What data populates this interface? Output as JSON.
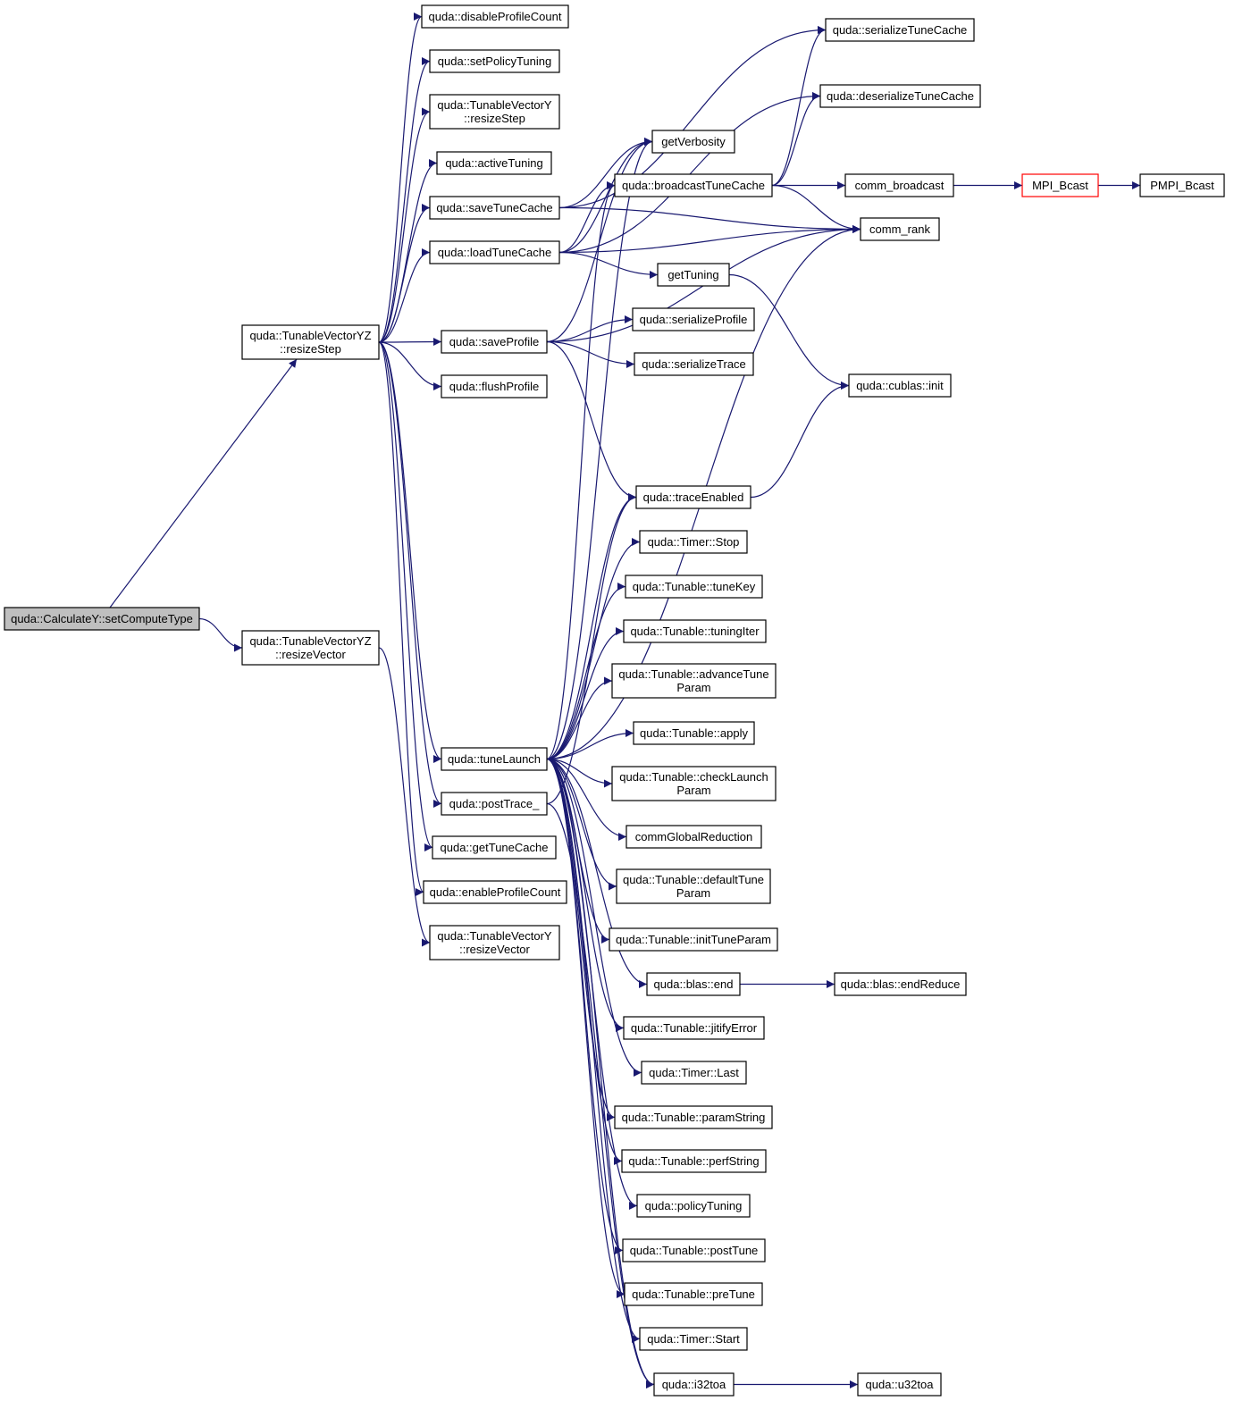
{
  "nodes": {
    "setComputeType": {
      "lines": [
        "quda::CalculateY::setComputeType"
      ],
      "current": true
    },
    "resizeStepYZ": {
      "lines": [
        "quda::TunableVectorYZ",
        "::resizeStep"
      ]
    },
    "resizeVectorYZ": {
      "lines": [
        "quda::TunableVectorYZ",
        "::resizeVector"
      ]
    },
    "disableProfileCount": {
      "lines": [
        "quda::disableProfileCount"
      ]
    },
    "setPolicyTuning": {
      "lines": [
        "quda::setPolicyTuning"
      ]
    },
    "resizeStepY": {
      "lines": [
        "quda::TunableVectorY",
        "::resizeStep"
      ]
    },
    "activeTuning": {
      "lines": [
        "quda::activeTuning"
      ]
    },
    "saveTuneCache": {
      "lines": [
        "quda::saveTuneCache"
      ]
    },
    "loadTuneCache": {
      "lines": [
        "quda::loadTuneCache"
      ]
    },
    "saveProfile": {
      "lines": [
        "quda::saveProfile"
      ]
    },
    "flushProfile": {
      "lines": [
        "quda::flushProfile"
      ]
    },
    "tuneLaunch": {
      "lines": [
        "quda::tuneLaunch"
      ]
    },
    "postTrace": {
      "lines": [
        "quda::postTrace_"
      ]
    },
    "getTuneCache": {
      "lines": [
        "quda::getTuneCache"
      ]
    },
    "enableProfileCount": {
      "lines": [
        "quda::enableProfileCount"
      ]
    },
    "resizeVectorY": {
      "lines": [
        "quda::TunableVectorY",
        "::resizeVector"
      ]
    },
    "getVerbosity": {
      "lines": [
        "getVerbosity"
      ]
    },
    "broadcastTuneCache": {
      "lines": [
        "quda::broadcastTuneCache"
      ]
    },
    "getTuning": {
      "lines": [
        "getTuning"
      ]
    },
    "serializeProfile": {
      "lines": [
        "quda::serializeProfile"
      ]
    },
    "serializeTrace": {
      "lines": [
        "quda::serializeTrace"
      ]
    },
    "traceEnabled": {
      "lines": [
        "quda::traceEnabled"
      ]
    },
    "timerStop": {
      "lines": [
        "quda::Timer::Stop"
      ]
    },
    "tuneKey": {
      "lines": [
        "quda::Tunable::tuneKey"
      ]
    },
    "tuningIter": {
      "lines": [
        "quda::Tunable::tuningIter"
      ]
    },
    "advanceTuneParam": {
      "lines": [
        "quda::Tunable::advanceTune",
        "Param"
      ]
    },
    "apply": {
      "lines": [
        "quda::Tunable::apply"
      ]
    },
    "checkLaunchParam": {
      "lines": [
        "quda::Tunable::checkLaunch",
        "Param"
      ]
    },
    "commGlobalReduction": {
      "lines": [
        "commGlobalReduction"
      ]
    },
    "defaultTuneParam": {
      "lines": [
        "quda::Tunable::defaultTune",
        "Param"
      ]
    },
    "initTuneParam": {
      "lines": [
        "quda::Tunable::initTuneParam"
      ]
    },
    "blasEnd": {
      "lines": [
        "quda::blas::end"
      ]
    },
    "jitifyError": {
      "lines": [
        "quda::Tunable::jitifyError"
      ]
    },
    "timerLast": {
      "lines": [
        "quda::Timer::Last"
      ]
    },
    "paramString": {
      "lines": [
        "quda::Tunable::paramString"
      ]
    },
    "perfString": {
      "lines": [
        "quda::Tunable::perfString"
      ]
    },
    "policyTuning": {
      "lines": [
        "quda::policyTuning"
      ]
    },
    "postTune": {
      "lines": [
        "quda::Tunable::postTune"
      ]
    },
    "preTune": {
      "lines": [
        "quda::Tunable::preTune"
      ]
    },
    "timerStart": {
      "lines": [
        "quda::Timer::Start"
      ]
    },
    "i32toa": {
      "lines": [
        "quda::i32toa"
      ]
    },
    "serializeTuneCache": {
      "lines": [
        "quda::serializeTuneCache"
      ]
    },
    "deserializeTuneCache": {
      "lines": [
        "quda::deserializeTuneCache"
      ]
    },
    "commBroadcast": {
      "lines": [
        "comm_broadcast"
      ]
    },
    "commRank": {
      "lines": [
        "comm_rank"
      ]
    },
    "cublasInit": {
      "lines": [
        "quda::cublas::init"
      ]
    },
    "blasEndReduce": {
      "lines": [
        "quda::blas::endReduce"
      ]
    },
    "u32toa": {
      "lines": [
        "quda::u32toa"
      ]
    },
    "mpiBcast": {
      "lines": [
        "MPI_Bcast"
      ],
      "truncated": true
    },
    "pmpiBcast": {
      "lines": [
        "PMPI_Bcast"
      ]
    }
  },
  "edges": [
    [
      "setComputeType",
      "resizeStepYZ"
    ],
    [
      "setComputeType",
      "resizeVectorYZ"
    ],
    [
      "resizeStepYZ",
      "disableProfileCount"
    ],
    [
      "resizeStepYZ",
      "setPolicyTuning"
    ],
    [
      "resizeStepYZ",
      "resizeStepY"
    ],
    [
      "resizeStepYZ",
      "activeTuning"
    ],
    [
      "resizeStepYZ",
      "saveTuneCache"
    ],
    [
      "resizeStepYZ",
      "loadTuneCache"
    ],
    [
      "resizeStepYZ",
      "saveProfile"
    ],
    [
      "resizeStepYZ",
      "flushProfile"
    ],
    [
      "resizeStepYZ",
      "tuneLaunch"
    ],
    [
      "resizeStepYZ",
      "postTrace"
    ],
    [
      "resizeStepYZ",
      "getTuneCache"
    ],
    [
      "resizeStepYZ",
      "enableProfileCount"
    ],
    [
      "resizeVectorYZ",
      "resizeVectorY"
    ],
    [
      "saveTuneCache",
      "getVerbosity"
    ],
    [
      "saveTuneCache",
      "serializeTuneCache"
    ],
    [
      "saveTuneCache",
      "commRank"
    ],
    [
      "loadTuneCache",
      "getVerbosity"
    ],
    [
      "loadTuneCache",
      "broadcastTuneCache"
    ],
    [
      "loadTuneCache",
      "deserializeTuneCache"
    ],
    [
      "loadTuneCache",
      "commRank"
    ],
    [
      "loadTuneCache",
      "getTuning"
    ],
    [
      "saveProfile",
      "getVerbosity"
    ],
    [
      "saveProfile",
      "serializeProfile"
    ],
    [
      "saveProfile",
      "serializeTrace"
    ],
    [
      "saveProfile",
      "commRank"
    ],
    [
      "saveProfile",
      "traceEnabled"
    ],
    [
      "broadcastTuneCache",
      "serializeTuneCache"
    ],
    [
      "broadcastTuneCache",
      "deserializeTuneCache"
    ],
    [
      "broadcastTuneCache",
      "commBroadcast"
    ],
    [
      "broadcastTuneCache",
      "commRank"
    ],
    [
      "commBroadcast",
      "mpiBcast"
    ],
    [
      "mpiBcast",
      "pmpiBcast"
    ],
    [
      "getTuning",
      "cublasInit"
    ],
    [
      "traceEnabled",
      "cublasInit"
    ],
    [
      "postTrace",
      "traceEnabled"
    ],
    [
      "postTrace",
      "i32toa"
    ],
    [
      "tuneLaunch",
      "broadcastTuneCache"
    ],
    [
      "tuneLaunch",
      "commRank"
    ],
    [
      "tuneLaunch",
      "traceEnabled"
    ],
    [
      "tuneLaunch",
      "timerStop"
    ],
    [
      "tuneLaunch",
      "tuneKey"
    ],
    [
      "tuneLaunch",
      "tuningIter"
    ],
    [
      "tuneLaunch",
      "advanceTuneParam"
    ],
    [
      "tuneLaunch",
      "apply"
    ],
    [
      "tuneLaunch",
      "checkLaunchParam"
    ],
    [
      "tuneLaunch",
      "commGlobalReduction"
    ],
    [
      "tuneLaunch",
      "defaultTuneParam"
    ],
    [
      "tuneLaunch",
      "initTuneParam"
    ],
    [
      "tuneLaunch",
      "blasEnd"
    ],
    [
      "tuneLaunch",
      "jitifyError"
    ],
    [
      "tuneLaunch",
      "timerLast"
    ],
    [
      "tuneLaunch",
      "paramString"
    ],
    [
      "tuneLaunch",
      "perfString"
    ],
    [
      "tuneLaunch",
      "policyTuning"
    ],
    [
      "tuneLaunch",
      "postTune"
    ],
    [
      "tuneLaunch",
      "preTune"
    ],
    [
      "tuneLaunch",
      "timerStart"
    ],
    [
      "tuneLaunch",
      "i32toa"
    ],
    [
      "tuneLaunch",
      "getVerbosity"
    ],
    [
      "blasEnd",
      "blasEndReduce"
    ],
    [
      "i32toa",
      "u32toa"
    ]
  ]
}
